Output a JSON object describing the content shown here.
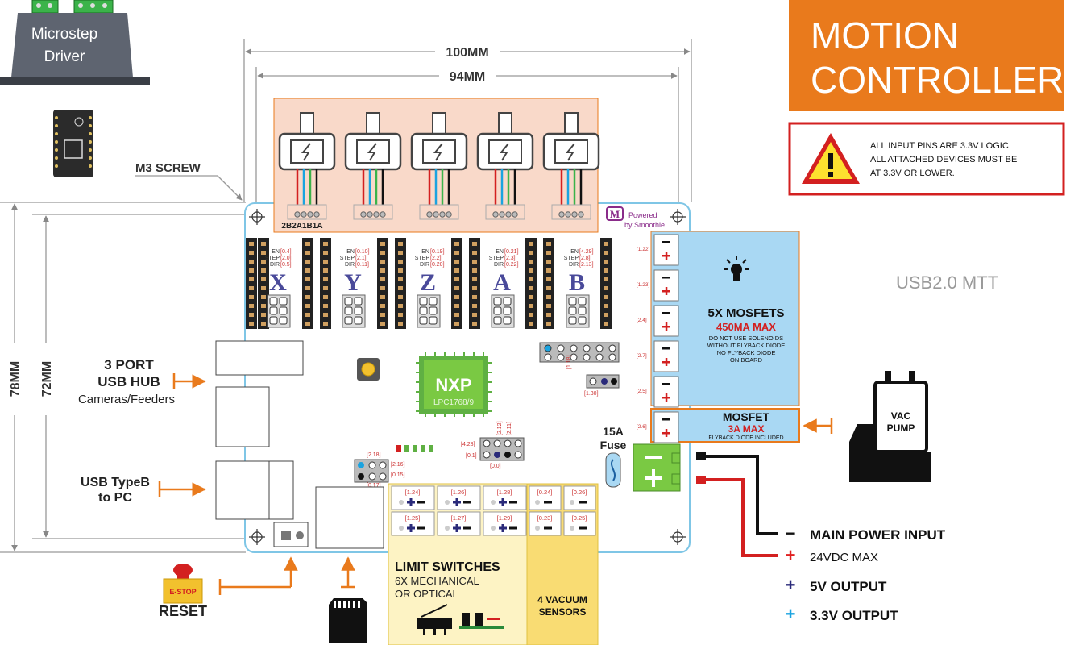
{
  "header": {
    "title_line1": "MOTION",
    "title_line2": "CONTROLLERS",
    "title_bg": "#e97a1c"
  },
  "warning": {
    "line1": "ALL INPUT PINS ARE 3.3V LOGIC",
    "line2": "ALL ATTACHED DEVICES MUST BE",
    "line3": "AT 3.3V OR LOWER.",
    "border_color": "#d32020",
    "icon": "warning-triangle-icon"
  },
  "side_label": "USB2.0 MTT",
  "microstep": {
    "line1": "Microstep",
    "line2": "Driver"
  },
  "dimensions": {
    "width_outer": "100MM",
    "width_inner": "94MM",
    "height_outer": "78MM",
    "height_inner": "72MM",
    "screw": "M3 SCREW"
  },
  "board": {
    "logo_line1": "Powered",
    "logo_line2": "by Smoothie",
    "motor_header": "2B2A1B1A",
    "mcu_brand": "NXP",
    "mcu_model": "LPC1768/9",
    "axes": [
      {
        "letter": "X",
        "en": "[0.4]",
        "step": "[2.0]",
        "dir": "[0.5]"
      },
      {
        "letter": "Y",
        "en": "[0.10]",
        "step": "[2.1]",
        "dir": "[0.11]"
      },
      {
        "letter": "Z",
        "en": "[0.19]",
        "step": "[2.2]",
        "dir": "[0.20]"
      },
      {
        "letter": "A",
        "en": "[0.21]",
        "step": "[2.3]",
        "dir": "[0.22]"
      },
      {
        "letter": "B",
        "en": "[4.29]",
        "step": "[2.8]",
        "dir": "[2.13]"
      }
    ],
    "pin_labels": {
      "en": "EN",
      "step": "STEP",
      "dir": "DIR"
    },
    "misc_pins": [
      "[1.22]",
      "[1.23]",
      "[2.4]",
      "[2.7]",
      "[2.5]",
      "[2.6]",
      "[1.30]",
      "[1.18]",
      "[2.18]",
      "[2.16]",
      "[0.15]",
      "[0.17]",
      "[4.28]",
      "[0.1]",
      "[0.0]",
      "[2.12]",
      "[2.11]"
    ]
  },
  "mosfets": {
    "title": "5X MOSFETS",
    "rating": "450MA MAX",
    "note1": "DO NOT USE SOLENOIDS",
    "note2": "WITHOUT FLYBACK DIODE",
    "note3": "NO FLYBACK DIODE",
    "note4": "ON BOARD",
    "big_title": "MOSFET",
    "big_rating": "3A MAX",
    "big_note": "FLYBACK DIODE INCLUDED"
  },
  "fuse": {
    "line1": "15A",
    "line2": "Fuse"
  },
  "usb_hub": {
    "line1": "3 PORT",
    "line2": "USB HUB",
    "line3": "Cameras/Feeders"
  },
  "usb_b": {
    "line1": "USB TypeB",
    "line2": "to PC"
  },
  "estop": {
    "badge": "E-STOP",
    "label": "RESET"
  },
  "vac_pump": {
    "line1": "VAC",
    "line2": "PUMP"
  },
  "limit": {
    "title": "LIMIT SWITCHES",
    "line1": "6X MECHANICAL",
    "line2": "OR OPTICAL",
    "pins": [
      "[1.24]",
      "[1.26]",
      "[1.28]",
      "[1.25]",
      "[1.27]",
      "[1.29]"
    ]
  },
  "vacuum": {
    "title1": "4 VACUUM",
    "title2": "SENSORS",
    "pins": [
      "[0.24]",
      "[0.26]",
      "[0.23]",
      "[0.25]"
    ]
  },
  "power_legend": [
    {
      "symbol": "−",
      "label": "MAIN POWER INPUT",
      "color": "#111111",
      "bold": true
    },
    {
      "symbol": "+",
      "label": "24VDC MAX",
      "color": "#e02020",
      "bold": false
    },
    {
      "symbol": "+",
      "label": "5V OUTPUT",
      "color": "#2a2a7a",
      "bold": true
    },
    {
      "symbol": "+",
      "label": "3.3V OUTPUT",
      "color": "#1aa3e0",
      "bold": true
    }
  ],
  "colors": {
    "board_outline": "#7fc6e6",
    "motor_area": "#f9d9c9",
    "mosfet_area": "#a9d8f3",
    "limit_area": "#fdf3c4",
    "vacuum_area": "#f9dc73",
    "arrow": "#e97a1c",
    "green_term": "#7ac943"
  }
}
